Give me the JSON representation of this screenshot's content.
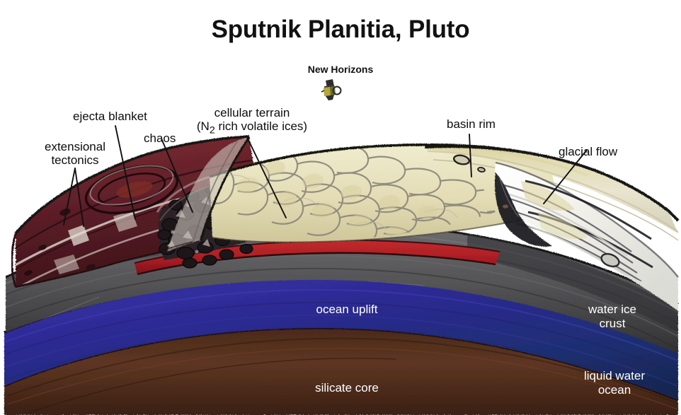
{
  "figure": {
    "title": "Sputnik Planitia, Pluto",
    "spacecraft": {
      "name": "New Horizons",
      "icon": "spacecraft-icon"
    }
  },
  "callouts": [
    {
      "id": "extensional-tectonics",
      "label_line1": "extensional",
      "label_line2": "tectonics"
    },
    {
      "id": "ejecta-blanket",
      "label": "ejecta blanket"
    },
    {
      "id": "chaos",
      "label": "chaos"
    },
    {
      "id": "cellular-terrain",
      "label_line1": "cellular terrain",
      "label_line2_pre": "(N",
      "label_line2_sub": "2",
      "label_line2_post": " rich volatile ices)"
    },
    {
      "id": "basin-rim",
      "label": "basin rim"
    },
    {
      "id": "glacial-flow",
      "label": "glacial flow"
    }
  ],
  "layer_labels": [
    {
      "id": "ocean-uplift",
      "label": "ocean uplift"
    },
    {
      "id": "water-ice-crust",
      "label_line1": "water ice",
      "label_line2": "crust"
    },
    {
      "id": "liquid-water-ocean",
      "label_line1": "liquid water",
      "label_line2": "ocean"
    },
    {
      "id": "silicate-core",
      "label": "silicate core"
    }
  ],
  "colors": {
    "ejecta_red": "#6e2226",
    "ejecta_red_dark": "#4a171c",
    "cellular_cream": "#e8e2c0",
    "cellular_yellow": "#d8cf92",
    "chaos_dark": "#221c1e",
    "red_band": "#b01f26",
    "crust_gray": "#5a5a5c",
    "crust_gray_dark": "#3a3a3c",
    "ocean_blue": "#2b2a8c",
    "ocean_blue_deep": "#1b2a6a",
    "core_brown": "#5a3420",
    "glacial_white": "#f2f2ee",
    "outline_black": "#141414",
    "text_dark": "#0d0d0d",
    "text_light": "#ffffff"
  }
}
